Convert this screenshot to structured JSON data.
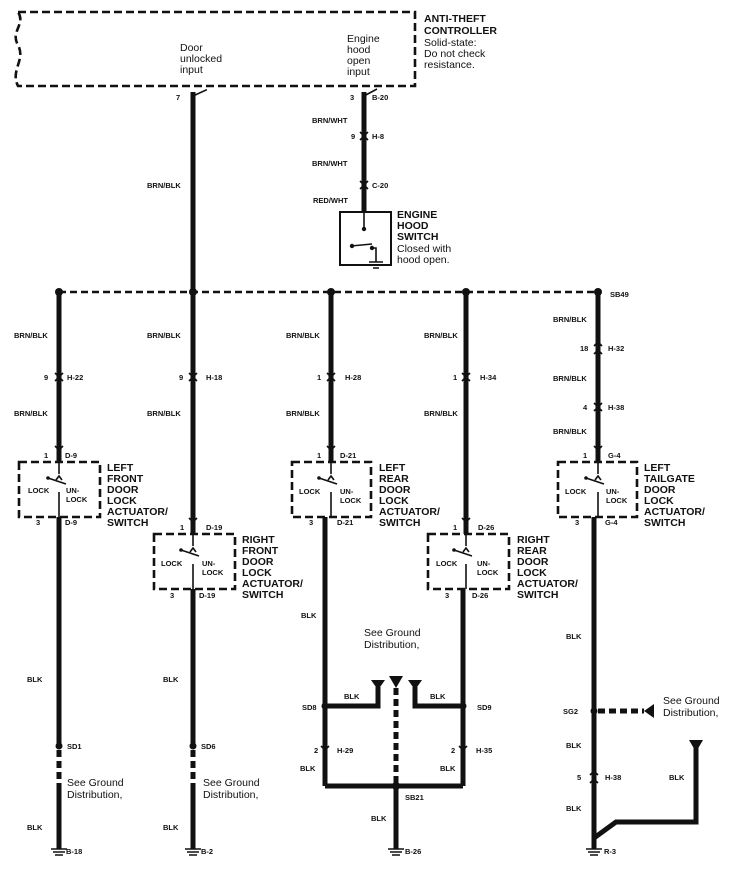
{
  "controller": {
    "title_line1": "ANTI-THEFT",
    "title_line2": "CONTROLLER",
    "note_line1": "Solid-state:",
    "note_line2": "Do not check",
    "note_line3": "resistance.",
    "input_door_l1": "Door",
    "input_door_l2": "unlocked",
    "input_door_l3": "input",
    "input_hood_l1": "Engine",
    "input_hood_l2": "hood",
    "input_hood_l3": "open",
    "input_hood_l4": "input",
    "pin_door": "7",
    "pin_hood": "3",
    "conn_hood": "B-20"
  },
  "hood_circuit": {
    "wire1": "BRN/WHT",
    "pin2": "9",
    "conn2": "H-8",
    "wire2": "BRN/WHT",
    "conn3": "C-20",
    "wire3": "RED/WHT",
    "switch_l1": "ENGINE",
    "switch_l2": "HOOD",
    "switch_l3": "SWITCH",
    "switch_note1": "Closed with",
    "switch_note2": "hood open."
  },
  "main_wire": "BRN/BLK",
  "splice_top": "SB49",
  "branches": {
    "lf": {
      "wire_a": "BRN/BLK",
      "pin_a": "9",
      "conn_a": "H-22",
      "wire_b": "BRN/BLK",
      "pin_in": "1",
      "conn_in": "D-9",
      "pin_out": "3",
      "conn_out": "D-9",
      "name_l1": "LEFT",
      "name_l2": "FRONT",
      "name_l3": "DOOR",
      "name_l4": "LOCK",
      "name_l5": "ACTUATOR/",
      "name_l6": "SWITCH",
      "wire_c": "BLK",
      "splice": "SD1",
      "ground_note1": "See Ground",
      "ground_note2": "Distribution,",
      "wire_d": "BLK",
      "ground": "B-18"
    },
    "rf": {
      "wire_a": "BRN/BLK",
      "pin_a": "9",
      "conn_a": "H-18",
      "wire_b": "BRN/BLK",
      "pin_in": "1",
      "conn_in": "D-19",
      "pin_out": "3",
      "conn_out": "D-19",
      "name_l1": "RIGHT",
      "name_l2": "FRONT",
      "name_l3": "DOOR",
      "name_l4": "LOCK",
      "name_l5": "ACTUATOR/",
      "name_l6": "SWITCH",
      "wire_c": "BLK",
      "splice": "SD6",
      "ground_note1": "See Ground",
      "ground_note2": "Distribution,",
      "wire_d": "BLK",
      "ground": "B-2"
    },
    "lr": {
      "wire_a": "BRN/BLK",
      "pin_a": "1",
      "conn_a": "H-28",
      "wire_b": "BRN/BLK",
      "pin_in": "1",
      "conn_in": "D-21",
      "pin_out": "3",
      "conn_out": "D-21",
      "name_l1": "LEFT",
      "name_l2": "REAR",
      "name_l3": "DOOR",
      "name_l4": "LOCK",
      "name_l5": "ACTUATOR/",
      "name_l6": "SWITCH",
      "wire_c": "BLK",
      "splice": "SD8",
      "splice_wire": "BLK",
      "pin_b": "2",
      "conn_b": "H-29",
      "wire_d": "BLK"
    },
    "rr": {
      "wire_a": "BRN/BLK",
      "pin_a": "1",
      "conn_a": "H-34",
      "wire_b": "BRN/BLK",
      "pin_in": "1",
      "conn_in": "D-26",
      "pin_out": "3",
      "conn_out": "D-26",
      "name_l1": "RIGHT",
      "name_l2": "REAR",
      "name_l3": "DOOR",
      "name_l4": "LOCK",
      "name_l5": "ACTUATOR/",
      "name_l6": "SWITCH",
      "splice": "SD9",
      "splice_wire": "BLK",
      "pin_b": "2",
      "conn_b": "H-35",
      "wire_d": "BLK"
    },
    "tg": {
      "wire_a": "BRN/BLK",
      "pin_a": "18",
      "conn_a": "H-32",
      "wire_b": "BRN/BLK",
      "pin_b": "4",
      "conn_b": "H-38",
      "wire_b2": "BRN/BLK",
      "pin_in": "1",
      "conn_in": "G-4",
      "pin_out": "3",
      "conn_out": "G-4",
      "name_l1": "LEFT",
      "name_l2": "TAILGATE",
      "name_l3": "DOOR",
      "name_l4": "LOCK",
      "name_l5": "ACTUATOR/",
      "name_l6": "SWITCH",
      "wire_c": "BLK",
      "splice": "SG2",
      "ground_note1": "See Ground",
      "ground_note2": "Distribution,",
      "wire_d": "BLK",
      "pin_c": "5",
      "conn_c": "H-38",
      "wire_e": "BLK",
      "wire_f": "BLK",
      "ground": "R-3"
    }
  },
  "rear_ground": {
    "note1": "See Ground",
    "note2": "Distribution,",
    "splice": "SB21",
    "wire": "BLK",
    "ground": "B-26"
  },
  "switch_text": {
    "lock": "LOCK",
    "unlock_1": "UN-",
    "unlock_2": "LOCK"
  }
}
